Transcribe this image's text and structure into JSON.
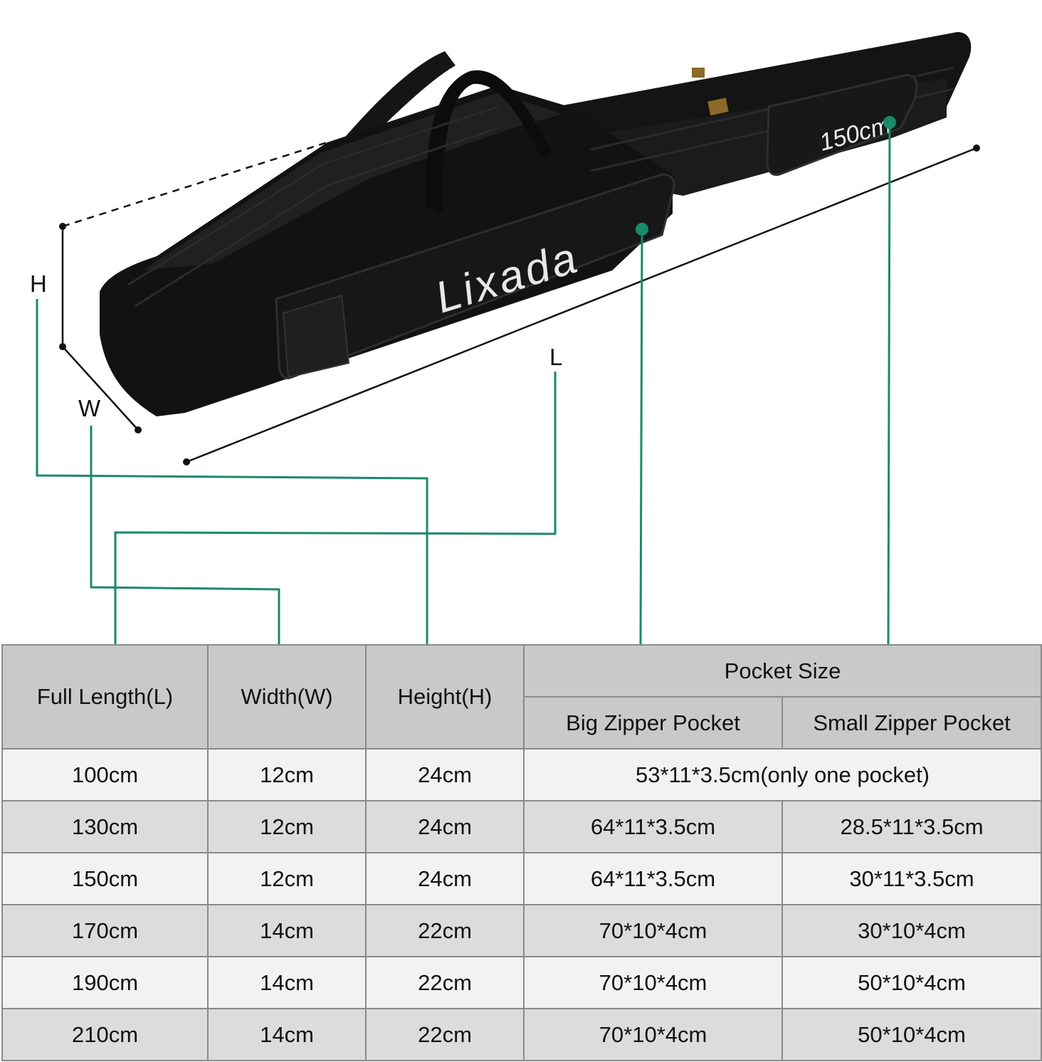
{
  "diagram": {
    "dimension_labels": {
      "height": "H",
      "width": "W",
      "length": "L"
    },
    "bag": {
      "brand_text": "Lixada",
      "pocket_text": "150cm",
      "color": "#111111"
    },
    "leader_color": "#1a8a6a"
  },
  "table": {
    "headers": {
      "full_length": "Full Length(L)",
      "width": "Width(W)",
      "height": "Height(H)",
      "pocket_size": "Pocket Size",
      "big_pocket": "Big Zipper Pocket",
      "small_pocket": "Small Zipper Pocket"
    },
    "rows": [
      {
        "length": "100cm",
        "width": "12cm",
        "height": "24cm",
        "pocket_merged": "53*11*3.5cm(only one pocket)"
      },
      {
        "length": "130cm",
        "width": "12cm",
        "height": "24cm",
        "big": "64*11*3.5cm",
        "small": "28.5*11*3.5cm"
      },
      {
        "length": "150cm",
        "width": "12cm",
        "height": "24cm",
        "big": "64*11*3.5cm",
        "small": "30*11*3.5cm"
      },
      {
        "length": "170cm",
        "width": "14cm",
        "height": "22cm",
        "big": "70*10*4cm",
        "small": "30*10*4cm"
      },
      {
        "length": "190cm",
        "width": "14cm",
        "height": "22cm",
        "big": "70*10*4cm",
        "small": "50*10*4cm"
      },
      {
        "length": "210cm",
        "width": "14cm",
        "height": "22cm",
        "big": "70*10*4cm",
        "small": "50*10*4cm"
      }
    ]
  }
}
